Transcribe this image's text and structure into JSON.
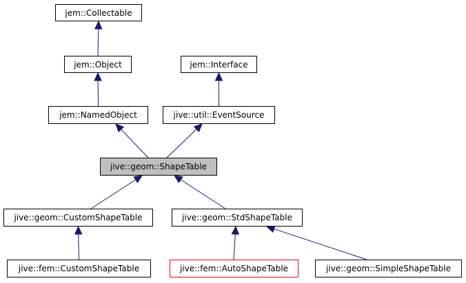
{
  "diagram": {
    "edge_color": "#191970",
    "nodes": {
      "collectable": {
        "label": "jem::Collectable"
      },
      "object": {
        "label": "jem::Object"
      },
      "interface": {
        "label": "jem::Interface"
      },
      "named_object": {
        "label": "jem::NamedObject"
      },
      "event_source": {
        "label": "jive::util::EventSource"
      },
      "shape_table": {
        "label": "jive::geom::ShapeTable",
        "current": true
      },
      "custom_shape_table": {
        "label": "jive::geom::CustomShapeTable"
      },
      "std_shape_table": {
        "label": "jive::geom::StdShapeTable"
      },
      "fem_custom_shape_table": {
        "label": "jive::fem::CustomShapeTable"
      },
      "fem_auto_shape_table": {
        "label": "jive::fem::AutoShapeTable",
        "border_color": "#ff0000"
      },
      "simple_shape_table": {
        "label": "jive::geom::SimpleShapeTable"
      }
    },
    "edges": [
      {
        "from": "object",
        "to": "collectable"
      },
      {
        "from": "named_object",
        "to": "object"
      },
      {
        "from": "event_source",
        "to": "interface"
      },
      {
        "from": "shape_table",
        "to": "named_object"
      },
      {
        "from": "shape_table",
        "to": "event_source"
      },
      {
        "from": "custom_shape_table",
        "to": "shape_table"
      },
      {
        "from": "std_shape_table",
        "to": "shape_table"
      },
      {
        "from": "fem_custom_shape_table",
        "to": "custom_shape_table"
      },
      {
        "from": "fem_auto_shape_table",
        "to": "std_shape_table"
      },
      {
        "from": "simple_shape_table",
        "to": "std_shape_table"
      }
    ]
  }
}
